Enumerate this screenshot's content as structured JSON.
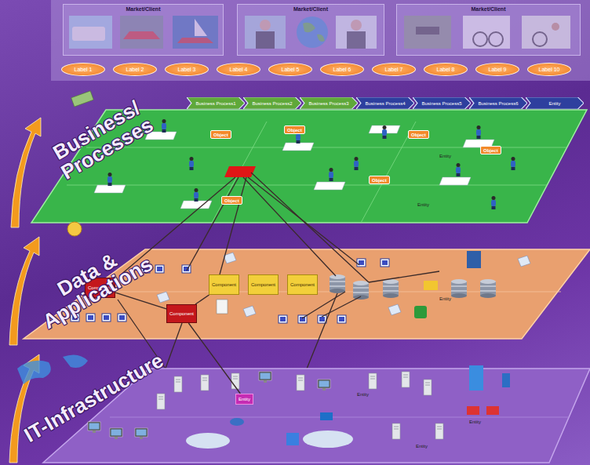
{
  "diagram": {
    "nodes": [
      {
        "text": [
          "Market/Client"
        ]
      },
      {
        "text": [
          "Market/Client"
        ]
      },
      {
        "text": [
          "Market/Client"
        ]
      },
      {
        "text": [
          "Label 1"
        ]
      },
      {
        "text": [
          "Label 2"
        ]
      },
      {
        "text": [
          "Label 3"
        ]
      },
      {
        "text": [
          "Label 4"
        ]
      },
      {
        "text": [
          "Label 5"
        ]
      },
      {
        "text": [
          "Label 6"
        ]
      },
      {
        "text": [
          "Label 7"
        ]
      },
      {
        "text": [
          "Label 8"
        ]
      },
      {
        "text": [
          "Label 9"
        ]
      },
      {
        "text": [
          "Label 10"
        ]
      },
      {
        "text": [
          "Business Process1"
        ]
      },
      {
        "text": [
          "Business Process2"
        ]
      },
      {
        "text": [
          "Business Process3"
        ]
      },
      {
        "text": [
          "Business Process4"
        ]
      },
      {
        "text": [
          "Business Process5"
        ]
      },
      {
        "text": [
          "Business Process6"
        ]
      },
      {
        "text": [
          "Entity"
        ]
      },
      {
        "text": [
          "Object"
        ]
      },
      {
        "text": [
          "Object"
        ]
      },
      {
        "text": [
          "Object"
        ]
      },
      {
        "text": [
          "Object"
        ]
      },
      {
        "text": [
          "Object"
        ]
      },
      {
        "text": [
          "Object"
        ]
      },
      {
        "text": [
          "Component"
        ]
      },
      {
        "text": [
          "Component"
        ]
      },
      {
        "text": [
          "Component"
        ]
      },
      {
        "text": [
          "Component"
        ]
      },
      {
        "text": [
          "Component"
        ]
      },
      {
        "text": [
          "Entity"
        ]
      }
    ],
    "edges": [
      {
        "from": 26,
        "to": 27,
        "arrow": "none"
      },
      {
        "from": 27,
        "to": 28,
        "arrow": "none"
      },
      {
        "from": 27,
        "to": 31,
        "arrow": "none"
      }
    ],
    "labels": [
      "Business/ Processes",
      "Data & Applications",
      "IT-Infrastructure",
      "Entity",
      "Entity",
      "Entity",
      "Entity",
      "Entity",
      "Entity"
    ]
  }
}
